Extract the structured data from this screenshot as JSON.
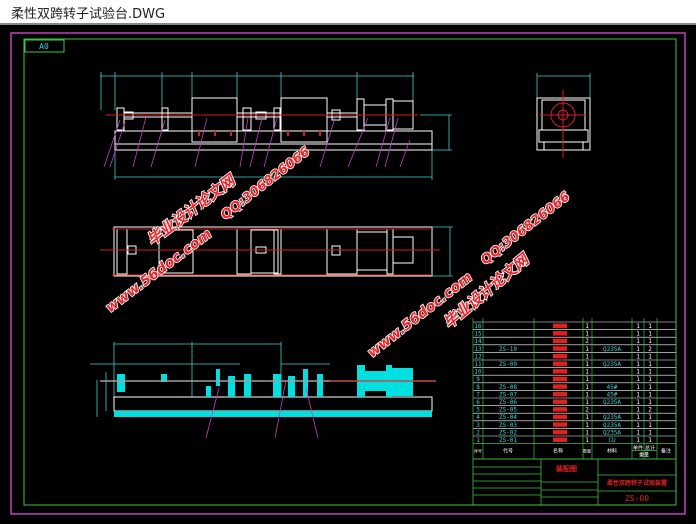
{
  "window": {
    "title": "柔性双跨转子试验台.DWG"
  },
  "drawing": {
    "sheet_size": "A0",
    "colors": {
      "background": "#000000",
      "outer_frame": "#c040c0",
      "inner_frame": "#40c040",
      "part_lines": "#ffffff",
      "dimensions": "#40d0d0",
      "centerlines": "#d02020",
      "leaders": "#c040c0",
      "solid_fill": "#00e0e0"
    },
    "watermarks": [
      {
        "text": "毕业设计论文网"
      },
      {
        "text": "www.56doc.com"
      },
      {
        "text": "QQ:306826066"
      },
      {
        "text": "www.56doc.com"
      },
      {
        "text": "毕业设计论文网"
      },
      {
        "text": "QQ:306826066"
      }
    ],
    "parts_list": {
      "rows": [
        {
          "no": "16",
          "code": "",
          "material": "",
          "qty": "1",
          "unit": "1",
          "total": "1"
        },
        {
          "no": "15",
          "code": "",
          "material": "",
          "qty": "1",
          "unit": "1",
          "total": "1"
        },
        {
          "no": "14",
          "code": "",
          "material": "",
          "qty": "2",
          "unit": "1",
          "total": "1"
        },
        {
          "no": "13",
          "code": "ZS-10",
          "material": "Q235A",
          "qty": "1",
          "unit": "1",
          "total": "2"
        },
        {
          "no": "12",
          "code": "",
          "material": "",
          "qty": "1",
          "unit": "1",
          "total": "1"
        },
        {
          "no": "11",
          "code": "ZS-09",
          "material": "Q235A",
          "qty": "1",
          "unit": "1",
          "total": "1"
        },
        {
          "no": "10",
          "code": "",
          "material": "",
          "qty": "1",
          "unit": "1",
          "total": "1"
        },
        {
          "no": "9",
          "code": "",
          "material": "",
          "qty": "1",
          "unit": "1",
          "total": "1"
        },
        {
          "no": "8",
          "code": "ZS-08",
          "material": "45#",
          "qty": "1",
          "unit": "1",
          "total": "1"
        },
        {
          "no": "7",
          "code": "ZS-07",
          "material": "45#",
          "qty": "1",
          "unit": "1",
          "total": "1"
        },
        {
          "no": "6",
          "code": "ZS-06",
          "material": "Q235A",
          "qty": "1",
          "unit": "1",
          "total": "1"
        },
        {
          "no": "5",
          "code": "ZS-05",
          "material": "",
          "qty": "2",
          "unit": "1",
          "total": "2"
        },
        {
          "no": "4",
          "code": "ZS-04",
          "material": "Q235A",
          "qty": "1",
          "unit": "1",
          "total": "1"
        },
        {
          "no": "3",
          "code": "ZS-03",
          "material": "Q235A",
          "qty": "1",
          "unit": "1",
          "total": "1"
        },
        {
          "no": "2",
          "code": "ZS-02",
          "material": "Q235A",
          "qty": "1",
          "unit": "1",
          "total": "1"
        },
        {
          "no": "1",
          "code": "ZS-01",
          "material": "CU",
          "qty": "1",
          "unit": "1",
          "total": "1"
        }
      ],
      "header": {
        "no": "序号",
        "code": "代号",
        "name": "名称",
        "qty": "数量",
        "material": "材料",
        "unit": "单件",
        "total": "总计",
        "weight": "重量",
        "remark": "备注"
      }
    },
    "title_block": {
      "drawing_type": "装配图",
      "title": "柔性双跨转子试验装置",
      "number": "ZS-00"
    }
  }
}
